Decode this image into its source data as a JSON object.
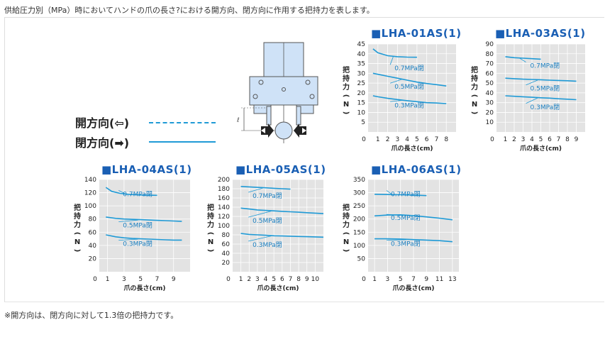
{
  "caption": "供給圧力別（MPa）時においてハンドの爪の長さ?における開方向、閉方向に作用する把持力を表します。",
  "note": "※開方向は、閉方向に対して1.3倍の把持力です。",
  "legend": {
    "open_label": "開方向(⇦)",
    "close_label": "閉方向(➡)",
    "line_color": "#1f9ad6"
  },
  "colors": {
    "title": "#1a5fb4",
    "curve": "#1f9ad6",
    "label": "#1a7fc1",
    "plot_bg": "#e3e3e3"
  },
  "chart_data": [
    {
      "type": "line",
      "title": "■LHA-01AS(1)",
      "xlabel": "爪の長さ(cm)",
      "ylabel": "把持力(N)",
      "xticks": [
        1,
        2,
        3,
        4,
        5,
        6,
        7,
        8
      ],
      "xtick_labels": [
        "1",
        "2",
        "3",
        "4",
        "5",
        "6",
        "7",
        "8"
      ],
      "yticks": [
        5,
        10,
        15,
        20,
        25,
        30,
        35,
        40,
        45
      ],
      "ylim": [
        0,
        45
      ],
      "xlim": [
        0,
        9
      ],
      "series": [
        {
          "name": "0.7MPa閉",
          "x": [
            0.5,
            1,
            2,
            3,
            4,
            5
          ],
          "y": [
            42.5,
            40.5,
            39,
            38.5,
            38.3,
            38.2
          ]
        },
        {
          "name": "0.5MPa閉",
          "x": [
            0.5,
            1,
            2,
            3,
            4,
            5,
            6,
            7,
            8
          ],
          "y": [
            30,
            29.5,
            28.5,
            27.5,
            26.5,
            25.5,
            24.8,
            24.2,
            23.5
          ]
        },
        {
          "name": "0.3MPa閉",
          "x": [
            0.5,
            1,
            2,
            3,
            4,
            5,
            6,
            7,
            8
          ],
          "y": [
            18.5,
            18,
            17.2,
            16.6,
            16,
            15.5,
            15,
            14.8,
            14.5
          ]
        }
      ]
    },
    {
      "type": "line",
      "title": "■LHA-03AS(1)",
      "xlabel": "爪の長さ(cm)",
      "ylabel": "把持力(N)",
      "xticks": [
        1,
        2,
        3,
        4,
        5,
        6,
        7,
        8,
        9
      ],
      "xtick_labels": [
        "1",
        "2",
        "3",
        "4",
        "5",
        "6",
        "7",
        "8",
        "9"
      ],
      "yticks": [
        10,
        20,
        30,
        40,
        50,
        60,
        70,
        80,
        90
      ],
      "ylim": [
        0,
        90
      ],
      "xlim": [
        0,
        10
      ],
      "series": [
        {
          "name": "0.7MPa閉",
          "x": [
            1,
            2,
            3,
            4,
            5
          ],
          "y": [
            77,
            76,
            75.5,
            75,
            74.5
          ]
        },
        {
          "name": "0.5MPa閉",
          "x": [
            1,
            2,
            3,
            4,
            5,
            6,
            7,
            8,
            9
          ],
          "y": [
            55,
            54.5,
            54,
            53.7,
            53.4,
            53,
            52.7,
            52.4,
            52
          ]
        },
        {
          "name": "0.3MPa閉",
          "x": [
            1,
            2,
            3,
            4,
            5,
            6,
            7,
            8,
            9
          ],
          "y": [
            37,
            36.5,
            36,
            35.5,
            35,
            34.6,
            34,
            33.5,
            33
          ]
        }
      ]
    },
    {
      "type": "line",
      "title": "■LHA-04AS(1)",
      "xlabel": "爪の長さ(cm)",
      "ylabel": "把持力(N)",
      "xticks": [
        1,
        3,
        5,
        7,
        9
      ],
      "xtick_labels": [
        "1",
        "3",
        "5",
        "7",
        "9"
      ],
      "yticks": [
        20,
        40,
        60,
        80,
        100,
        120,
        140
      ],
      "ylim": [
        0,
        140
      ],
      "xlim": [
        0,
        11
      ],
      "series": [
        {
          "name": "0.7MPa閉",
          "x": [
            0.8,
            1.5,
            2.5,
            3.5,
            5,
            7
          ],
          "y": [
            128,
            122,
            119,
            117.5,
            116.5,
            116
          ]
        },
        {
          "name": "0.5MPa閉",
          "x": [
            0.8,
            2,
            3,
            4,
            5,
            6,
            7,
            8,
            9,
            10
          ],
          "y": [
            83,
            81,
            80,
            79.5,
            79,
            78.5,
            78,
            77.5,
            77,
            76.5
          ]
        },
        {
          "name": "0.3MPa閉",
          "x": [
            0.8,
            2,
            3,
            4,
            5,
            6,
            7,
            8,
            9,
            10
          ],
          "y": [
            56,
            53,
            51.5,
            50.5,
            50,
            49.5,
            49,
            48.5,
            48,
            48
          ]
        }
      ]
    },
    {
      "type": "line",
      "title": "■LHA-05AS(1)",
      "xlabel": "爪の長さ(cm)",
      "ylabel": "把持力(N)",
      "xticks": [
        1,
        2,
        3,
        4,
        5,
        6,
        7,
        8,
        9,
        10
      ],
      "xtick_labels": [
        "1",
        "2",
        "3",
        "4",
        "5",
        "6",
        "7",
        "8",
        "9",
        "10"
      ],
      "yticks": [
        20,
        40,
        60,
        80,
        100,
        120,
        140,
        160,
        180,
        200
      ],
      "ylim": [
        0,
        200
      ],
      "xlim": [
        0,
        11
      ],
      "series": [
        {
          "name": "0.7MPa閉",
          "x": [
            1,
            2,
            3,
            4,
            5,
            6,
            7
          ],
          "y": [
            185,
            184,
            183,
            182,
            181,
            180,
            179
          ]
        },
        {
          "name": "0.5MPa閉",
          "x": [
            1,
            2,
            3,
            4,
            5,
            6,
            7,
            8,
            9,
            10,
            11
          ],
          "y": [
            138,
            136,
            134,
            133,
            132,
            131,
            130,
            129,
            128,
            127,
            126
          ]
        },
        {
          "name": "0.3MPa閉",
          "x": [
            1,
            2,
            3,
            4,
            5,
            6,
            7,
            8,
            9,
            10,
            11
          ],
          "y": [
            83,
            81,
            80,
            79,
            78,
            77.5,
            77,
            76.5,
            76,
            75.5,
            75
          ]
        }
      ]
    },
    {
      "type": "line",
      "title": "■LHA-06AS(1)",
      "xlabel": "爪の長さ(cm)",
      "ylabel": "把持力(N)",
      "xticks": [
        1,
        3,
        5,
        7,
        9,
        11,
        13
      ],
      "xtick_labels": [
        "1",
        "3",
        "5",
        "7",
        "9",
        "11",
        "13"
      ],
      "yticks": [
        50,
        100,
        150,
        200,
        250,
        300,
        350
      ],
      "ylim": [
        0,
        350
      ],
      "xlim": [
        0,
        14
      ],
      "series": [
        {
          "name": "0.7MPa閉",
          "x": [
            1,
            3,
            5,
            7,
            9
          ],
          "y": [
            294,
            293,
            292,
            291,
            289
          ]
        },
        {
          "name": "0.5MPa閉",
          "x": [
            1,
            3,
            5,
            7,
            9,
            11,
            13
          ],
          "y": [
            212,
            215,
            216,
            213,
            208,
            203,
            197
          ]
        },
        {
          "name": "0.3MPa閉",
          "x": [
            1,
            3,
            5,
            7,
            9,
            11,
            13
          ],
          "y": [
            125,
            125,
            124,
            122,
            120,
            118,
            114
          ]
        }
      ]
    }
  ]
}
